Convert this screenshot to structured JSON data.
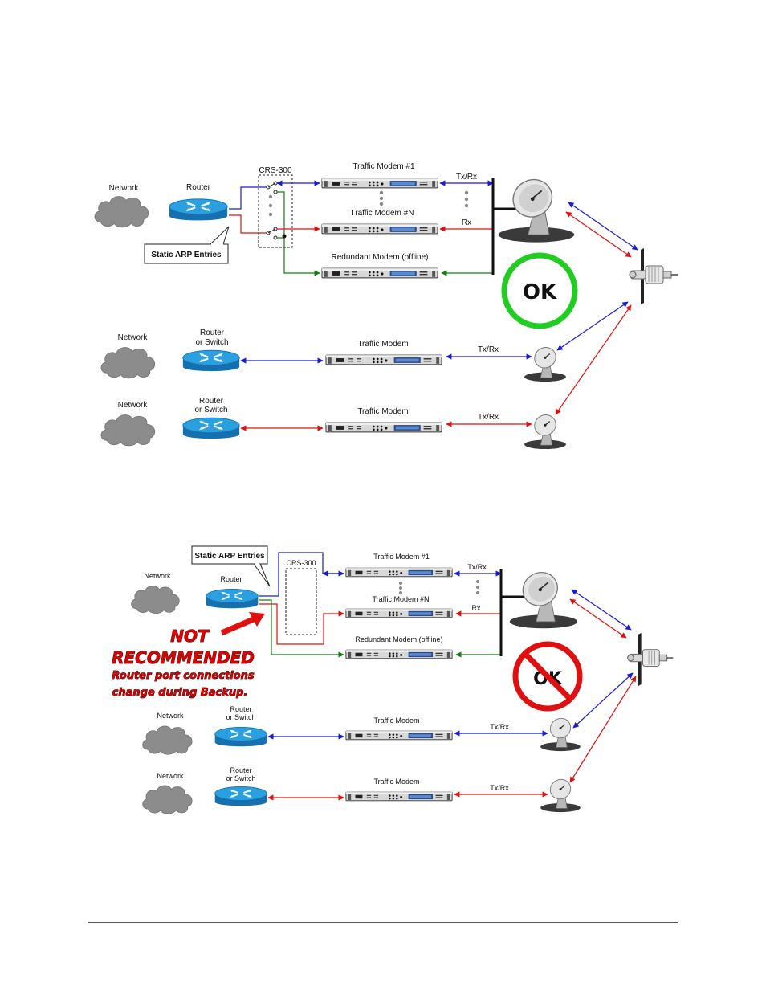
{
  "diagram_ok": {
    "network_label": "Network",
    "router_label": "Router",
    "crs_label": "CRS-300",
    "callout": "Static ARP Entries",
    "modem1_label": "Traffic Modem #1",
    "modemN_label": "Traffic Modem #N",
    "redundant_label": "Redundant Modem (offline)",
    "txrx_label": "Tx/Rx",
    "rx_label": "Rx",
    "ok_text": "OK",
    "lower": [
      {
        "network_label": "Network",
        "router_line1": "Router",
        "router_line2": "or Switch",
        "modem_label": "Traffic Modem",
        "txrx_label": "Tx/Rx"
      },
      {
        "network_label": "Network",
        "router_line1": "Router",
        "router_line2": "or Switch",
        "modem_label": "Traffic Modem",
        "txrx_label": "Tx/Rx"
      }
    ]
  },
  "diagram_not": {
    "network_label": "Network",
    "router_label": "Router",
    "crs_label": "CRS-300",
    "callout": "Static ARP Entries",
    "modem1_label": "Traffic Modem #1",
    "modemN_label": "Traffic Modem #N",
    "redundant_label": "Redundant Modem (offline)",
    "txrx_label": "Tx/Rx",
    "rx_label": "Rx",
    "ok_text": "OK",
    "warning_line1": "NOT",
    "warning_line2": "RECOMMENDED",
    "warning_line3": "Router port connections",
    "warning_line4": "change during Backup.",
    "lower": [
      {
        "network_label": "Network",
        "router_line1": "Router",
        "router_line2": "or Switch",
        "modem_label": "Traffic Modem",
        "txrx_label": "Tx/Rx"
      },
      {
        "network_label": "Network",
        "router_line1": "Router",
        "router_line2": "or Switch",
        "modem_label": "Traffic Modem",
        "txrx_label": "Tx/Rx"
      }
    ]
  },
  "colors": {
    "blue_link": "#1a1ad0",
    "red_link": "#e01010",
    "green_link": "#108010",
    "ok_ring": "#22cc22",
    "no_ring": "#e01010",
    "router": "#1f8fd0"
  }
}
